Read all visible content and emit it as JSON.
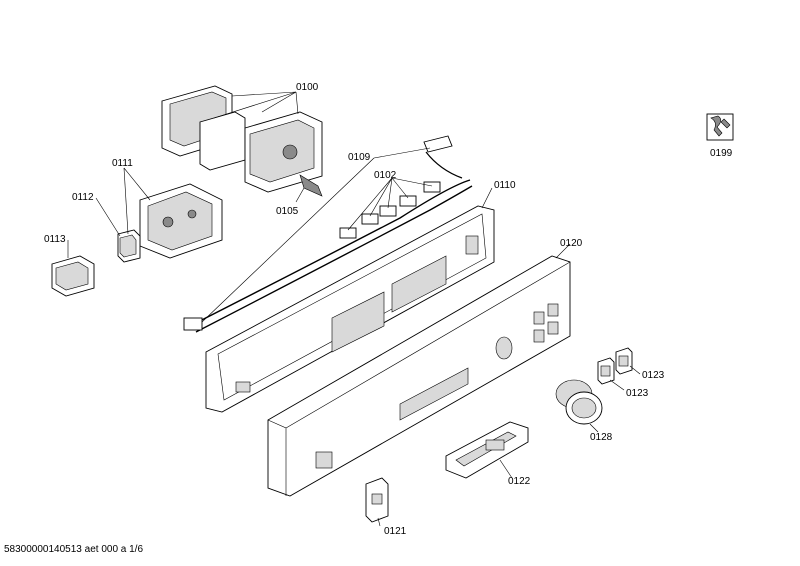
{
  "labels": {
    "p0100": "0100",
    "p0105": "0105",
    "p0109": "0109",
    "p0102": "0102",
    "p0110": "0110",
    "p0111": "0111",
    "p0112": "0112",
    "p0113": "0113",
    "p0120": "0120",
    "p0121": "0121",
    "p0122": "0122",
    "p0123a": "0123",
    "p0123b": "0123",
    "p0128": "0128",
    "p0199": "0199"
  },
  "footer": "58300000140513 aet 000 a 1/6",
  "icons": {
    "service": "wrench-service-icon"
  }
}
